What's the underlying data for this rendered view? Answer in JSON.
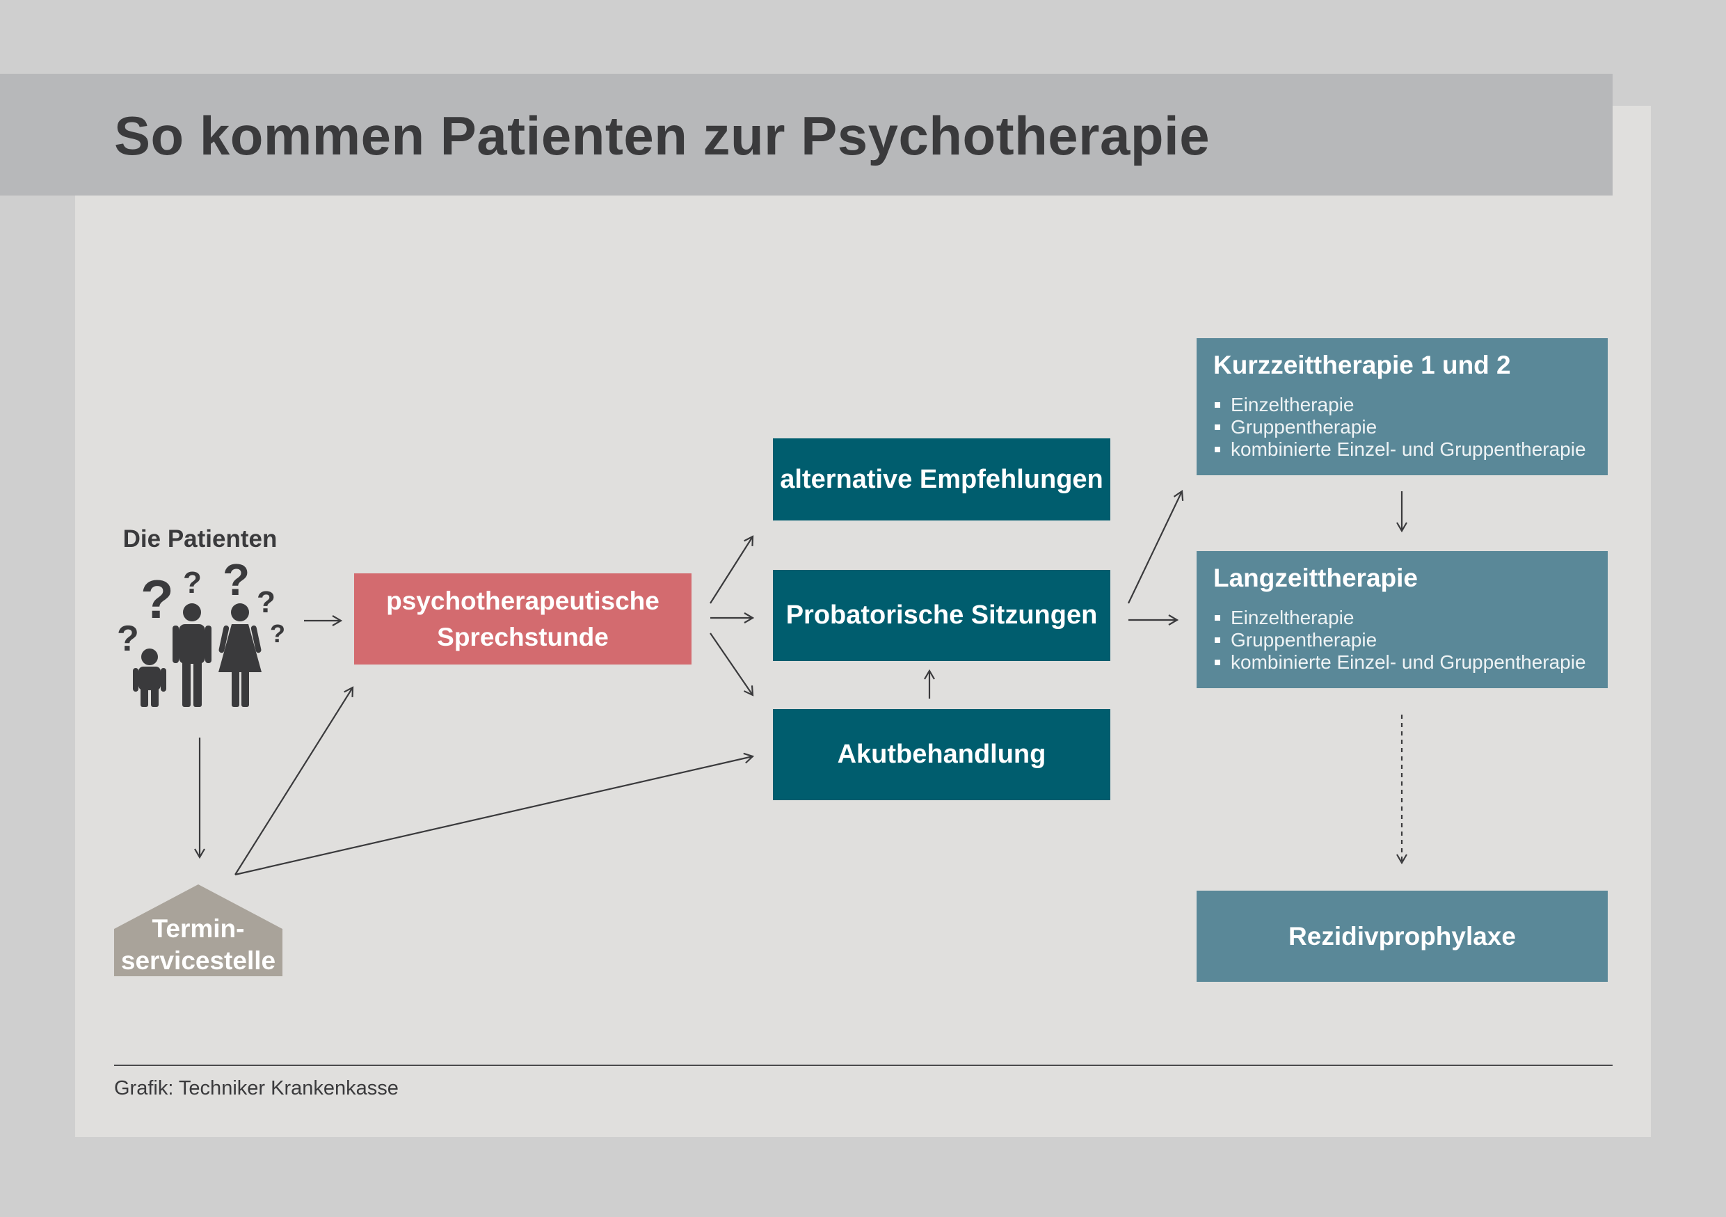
{
  "title": "So kommen Patienten zur Psychotherapie",
  "patients": {
    "label": "Die Patienten"
  },
  "sprechstunde": {
    "line1": "psychotherapeutische",
    "line2": "Sprechstunde"
  },
  "alternative": "alternative Empfehlungen",
  "probatorisch": "Probatorische Sitzungen",
  "akut": "Akutbehandlung",
  "terminservice": {
    "line1": "Termin-",
    "line2": "servicestelle"
  },
  "kurzzeit": {
    "title": "Kurzzeittherapie 1 und 2",
    "items": [
      "Einzeltherapie",
      "Gruppentherapie",
      "kombinierte Einzel- und Gruppentherapie"
    ]
  },
  "langzeit": {
    "title": "Langzeittherapie",
    "items": [
      "Einzeltherapie",
      "Gruppentherapie",
      "kombinierte Einzel- und Gruppentherapie"
    ]
  },
  "rezidiv": "Rezidivprophylaxe",
  "footer": "Grafik: Techniker Krankenkasse",
  "colors": {
    "dark_teal": "#005d6e",
    "light_teal": "#5a8898",
    "red": "#d36b6f",
    "taupe": "#a9a39a",
    "icon": "#3a3a3c"
  },
  "icons": [
    "question-mark-icon",
    "child-icon",
    "man-icon",
    "woman-icon"
  ]
}
